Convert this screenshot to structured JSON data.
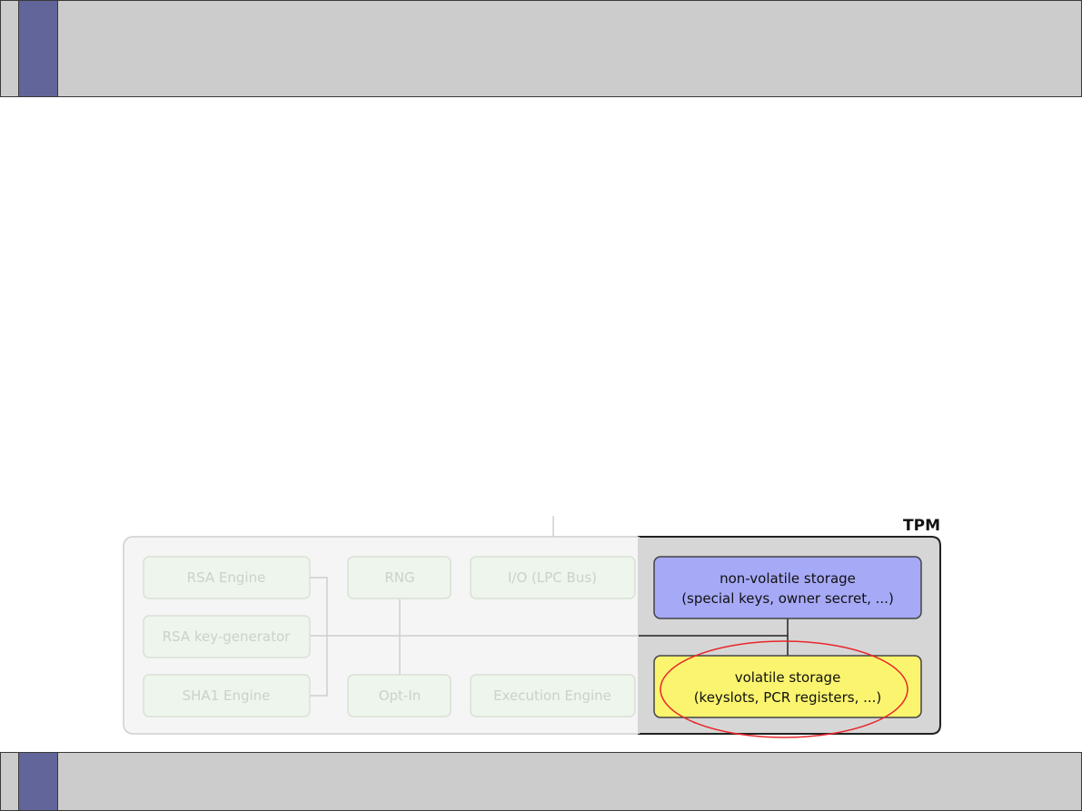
{
  "header": {
    "title": ""
  },
  "diagram": {
    "tpm_label": "TPM",
    "faded_blocks": {
      "rsa_engine": "RSA Engine",
      "rng": "RNG",
      "io_lpc_bus": "I/O (LPC Bus)",
      "rsa_key_generator": "RSA key-generator",
      "sha1_engine": "SHA1 Engine",
      "opt_in": "Opt-In",
      "execution_engine": "Execution Engine"
    },
    "nonvolatile": {
      "line1": "non-volatile storage",
      "line2": "(special keys, owner secret, ...)"
    },
    "volatile": {
      "line1": "volatile storage",
      "line2": "(keyslots, PCR registers, ...)"
    },
    "colors": {
      "accent": "#626599",
      "bar_gray": "#cccccc",
      "nonvolatile_fill": "#a6a9f6",
      "volatile_fill": "#fbf46e",
      "highlight_ellipse": "#e8262b",
      "faded_block_fill": "#eef5ec",
      "faded_text": "#c9d3c6"
    }
  }
}
